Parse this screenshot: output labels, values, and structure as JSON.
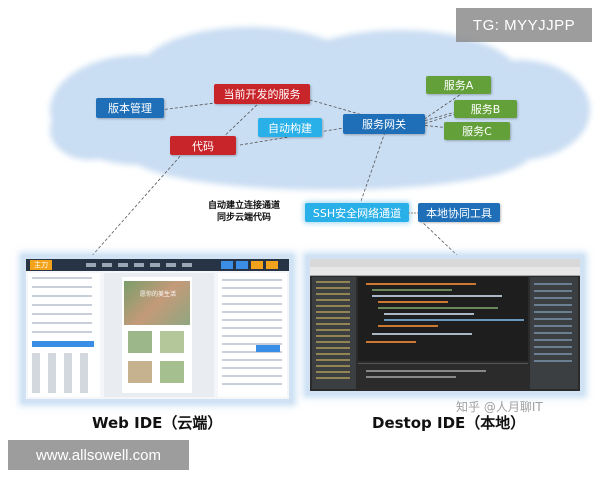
{
  "watermarks": {
    "top": "TG: MYYJJPP",
    "bottom": "www.allsowell.com",
    "zhihu": "知乎 @人月聊IT"
  },
  "cloud_nodes": {
    "version_control": "版本管理",
    "current_service": "当前开发的服务",
    "code": "代码",
    "auto_build": "自动构建",
    "gateway": "服务网关",
    "service_a": "服务A",
    "service_b": "服务B",
    "service_c": "服务C"
  },
  "tunnel": {
    "note_line1": "自动建立连接通道",
    "note_line2": "同步云端代码",
    "ssh": "SSH安全网络通道",
    "local_tool": "本地协同工具"
  },
  "captions": {
    "web_ide": "Web IDE（云端）",
    "desktop_ide": "Destop IDE（本地）"
  },
  "web_ide": {
    "logo": "主刀",
    "banner_text": "愿你的美生活"
  },
  "colors": {
    "blue": "#1f6fb8",
    "red": "#c8252b",
    "green": "#63a03a",
    "cyan": "#2ab0e8",
    "cloud": "#cfe1f5"
  }
}
